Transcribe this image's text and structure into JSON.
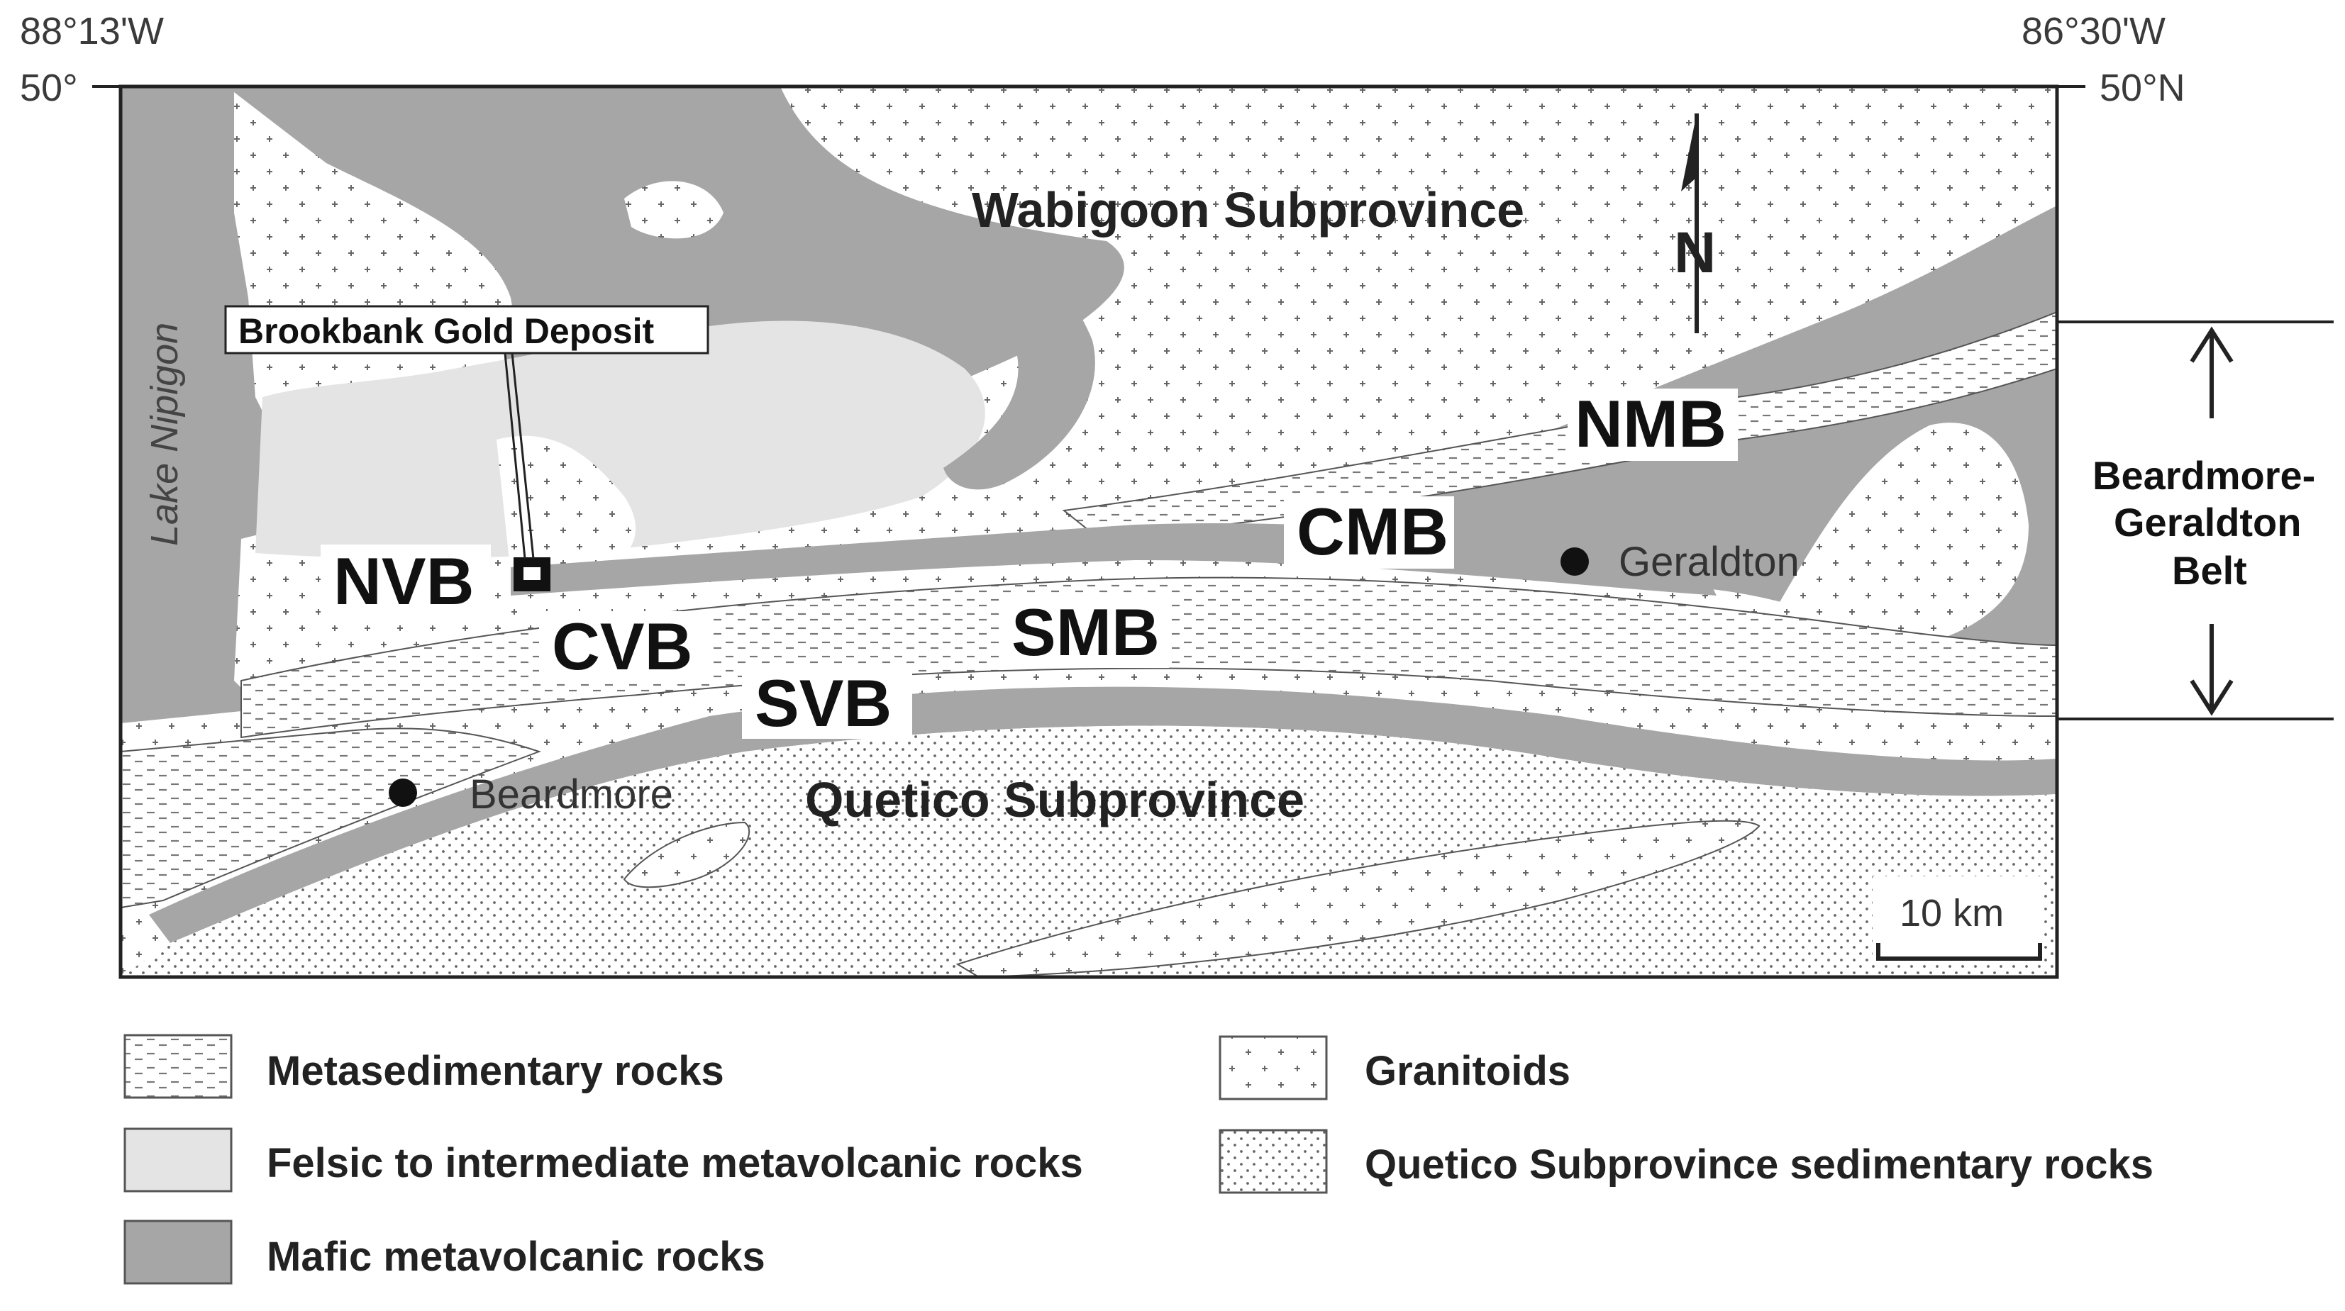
{
  "coordinates": {
    "top_left_lon": "88°13'W",
    "top_right_lon": "86°30'W",
    "left_lat": "50°",
    "right_lat": "50°N"
  },
  "subprovinces": {
    "wabigoon": "Wabigoon Subprovince",
    "quetico": "Quetico Subprovince"
  },
  "belts": {
    "nmb": "NMB",
    "cmb": "CMB",
    "smb": "SMB",
    "nvb": "NVB",
    "cvb": "CVB",
    "svb": "SVB"
  },
  "towns": {
    "geraldton": "Geraldton",
    "beardmore": "Beardmore"
  },
  "lake": "Lake Nipigon",
  "callout": "Brookbank Gold Deposit",
  "north_label": "N",
  "scale_bar": "10 km",
  "side_label": {
    "line1": "Beardmore-",
    "line2": "Geraldton",
    "line3": "Belt"
  },
  "legend": [
    {
      "key": "metasedimentary",
      "label": "Metasedimentary rocks"
    },
    {
      "key": "felsic",
      "label": "Felsic to intermediate metavolcanic rocks"
    },
    {
      "key": "mafic",
      "label": "Mafic metavolcanic rocks"
    },
    {
      "key": "granitoids",
      "label": "Granitoids"
    },
    {
      "key": "quetico-sed",
      "label": "Quetico Subprovince sedimentary rocks"
    }
  ],
  "colors": {
    "mafic": "#a6a6a6",
    "felsic": "#e4e4e4",
    "background": "#ffffff",
    "ink": "#222222"
  }
}
